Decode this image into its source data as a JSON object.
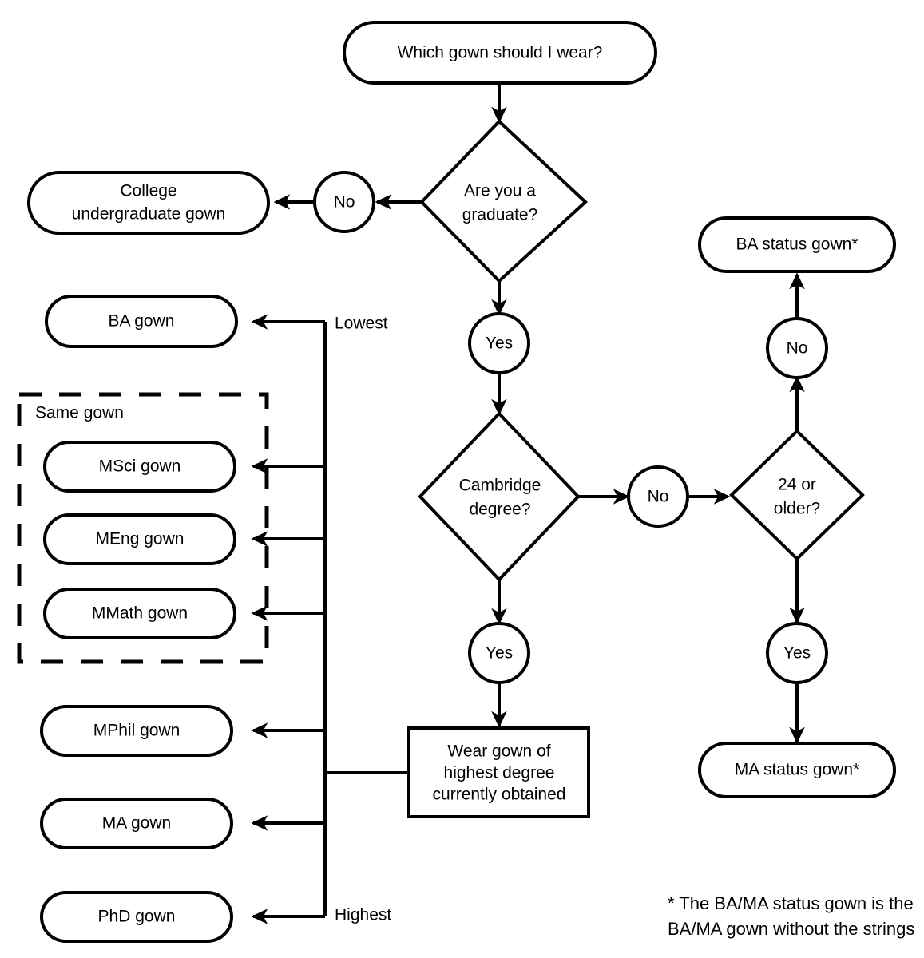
{
  "diagram": {
    "title": "Which gown should I wear?",
    "type": "flowchart",
    "background_color": "#ffffff",
    "line_color": "#000000"
  },
  "nodes": {
    "start": {
      "label": "Which gown should I wear?",
      "shape": "stadium"
    },
    "graduate_q": {
      "label_line1": "Are you a",
      "label_line2": "graduate?",
      "shape": "diamond"
    },
    "graduate_no": {
      "label": "No",
      "shape": "circle"
    },
    "graduate_yes": {
      "label": "Yes",
      "shape": "circle"
    },
    "college_undergrad": {
      "label_line1": "College",
      "label_line2": "undergraduate gown",
      "shape": "stadium"
    },
    "cambridge_q": {
      "label_line1": "Cambridge",
      "label_line2": "degree?",
      "shape": "diamond"
    },
    "cambridge_yes": {
      "label": "Yes",
      "shape": "circle"
    },
    "cambridge_no": {
      "label": "No",
      "shape": "circle"
    },
    "wear_highest": {
      "label_line1": "Wear gown of",
      "label_line2": "highest degree",
      "label_line3": "currently obtained",
      "shape": "rectangle"
    },
    "age_q": {
      "label_line1": "24 or",
      "label_line2": "older?",
      "shape": "diamond"
    },
    "age_no": {
      "label": "No",
      "shape": "circle"
    },
    "age_yes": {
      "label": "Yes",
      "shape": "circle"
    },
    "ba_status_gown": {
      "label": "BA status gown*",
      "shape": "stadium"
    },
    "ma_status_gown": {
      "label": "MA status gown*",
      "shape": "stadium"
    },
    "ba_gown": {
      "label": "BA gown",
      "shape": "stadium"
    },
    "msci_gown": {
      "label": "MSci gown",
      "shape": "stadium"
    },
    "meng_gown": {
      "label": "MEng gown",
      "shape": "stadium"
    },
    "mmath_gown": {
      "label": "MMath gown",
      "shape": "stadium"
    },
    "mphil_gown": {
      "label": "MPhil gown",
      "shape": "stadium"
    },
    "ma_gown": {
      "label": "MA gown",
      "shape": "stadium"
    },
    "phd_gown": {
      "label": "PhD gown",
      "shape": "stadium"
    }
  },
  "annotations": {
    "same_gown_group": "Same gown",
    "rank_lowest": "Lowest",
    "rank_highest": "Highest",
    "footnote_line1": "* The BA/MA status gown is the",
    "footnote_line2": "BA/MA gown without the strings"
  },
  "ranking_order": [
    "BA gown",
    "MSci gown",
    "MEng gown",
    "MMath gown",
    "MPhil gown",
    "MA gown",
    "PhD gown"
  ],
  "edges": [
    {
      "from": "start",
      "to": "graduate_q",
      "label": ""
    },
    {
      "from": "graduate_q",
      "to": "graduate_no",
      "label": "No"
    },
    {
      "from": "graduate_no",
      "to": "college_undergrad",
      "label": ""
    },
    {
      "from": "graduate_q",
      "to": "graduate_yes",
      "label": "Yes"
    },
    {
      "from": "graduate_yes",
      "to": "cambridge_q",
      "label": ""
    },
    {
      "from": "cambridge_q",
      "to": "cambridge_no",
      "label": "No"
    },
    {
      "from": "cambridge_no",
      "to": "age_q",
      "label": ""
    },
    {
      "from": "cambridge_q",
      "to": "cambridge_yes",
      "label": "Yes"
    },
    {
      "from": "cambridge_yes",
      "to": "wear_highest",
      "label": ""
    },
    {
      "from": "age_q",
      "to": "age_no",
      "label": "No"
    },
    {
      "from": "age_no",
      "to": "ba_status_gown",
      "label": ""
    },
    {
      "from": "age_q",
      "to": "age_yes",
      "label": "Yes"
    },
    {
      "from": "age_yes",
      "to": "ma_status_gown",
      "label": ""
    },
    {
      "from": "wear_highest",
      "to": "ba_gown",
      "label": "Lowest"
    },
    {
      "from": "wear_highest",
      "to": "msci_gown",
      "label": ""
    },
    {
      "from": "wear_highest",
      "to": "meng_gown",
      "label": ""
    },
    {
      "from": "wear_highest",
      "to": "mmath_gown",
      "label": ""
    },
    {
      "from": "wear_highest",
      "to": "mphil_gown",
      "label": ""
    },
    {
      "from": "wear_highest",
      "to": "ma_gown",
      "label": ""
    },
    {
      "from": "wear_highest",
      "to": "phd_gown",
      "label": "Highest"
    }
  ]
}
